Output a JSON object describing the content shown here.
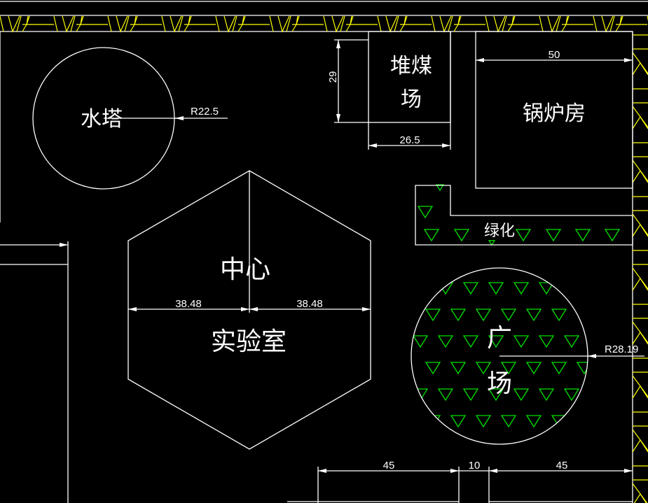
{
  "colors": {
    "background": "#000000",
    "lines": "#ffffff",
    "wall_hatch": "#ffff00",
    "greenery": "#00e000"
  },
  "labels": {
    "water_tower": "水塔",
    "coal_yard_1": "堆煤",
    "coal_yard_2": "场",
    "boiler_room": "锅炉房",
    "greenery": "绿化",
    "center_1": "中心",
    "center_2": "实验室",
    "plaza_1": "广",
    "plaza_2": "场"
  },
  "dimensions": {
    "water_tower_radius": "R22.5",
    "coal_yard_height": "29",
    "coal_yard_width": "26.5",
    "boiler_room_width": "50",
    "lab_left": "38.48",
    "lab_right": "38.48",
    "plaza_radius": "R28.19",
    "bottom_left": "45",
    "bottom_mid": "10",
    "bottom_right": "45"
  }
}
